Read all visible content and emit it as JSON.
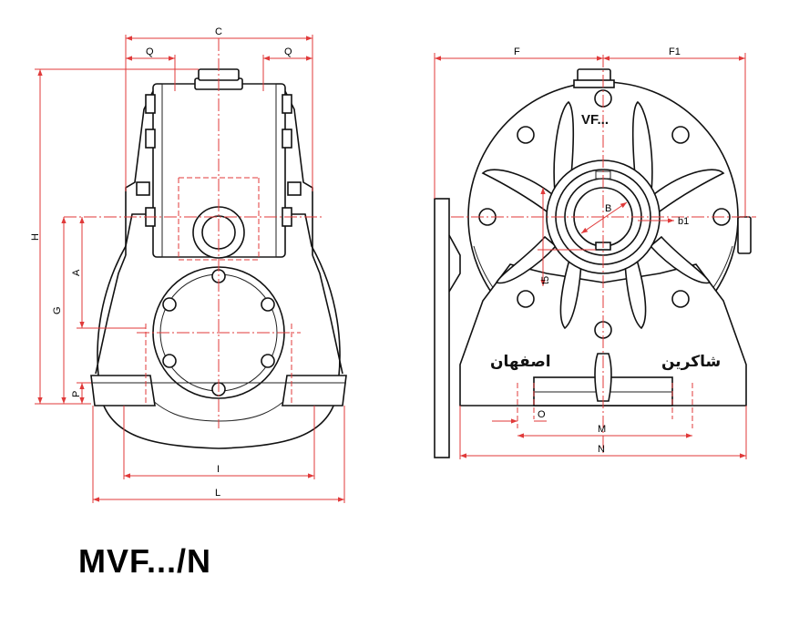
{
  "title": "MVF.../N",
  "views": {
    "side": {
      "dimensions": {
        "C": "C",
        "Q_left": "Q",
        "Q_right": "Q",
        "H": "H",
        "G": "G",
        "A": "A",
        "P": "P",
        "I": "I",
        "L": "L"
      }
    },
    "front": {
      "dimensions": {
        "F": "F",
        "F1": "F1",
        "B": "B",
        "b1": "b1",
        "t5": "t5",
        "O": "O",
        "M": "M",
        "N": "N"
      },
      "casting_mark": "VF...",
      "brand_left": "اصفهان",
      "brand_right": "شاکرین"
    }
  },
  "colors": {
    "outline": "#111111",
    "dimension": "#e03a3a",
    "background": "#ffffff"
  }
}
